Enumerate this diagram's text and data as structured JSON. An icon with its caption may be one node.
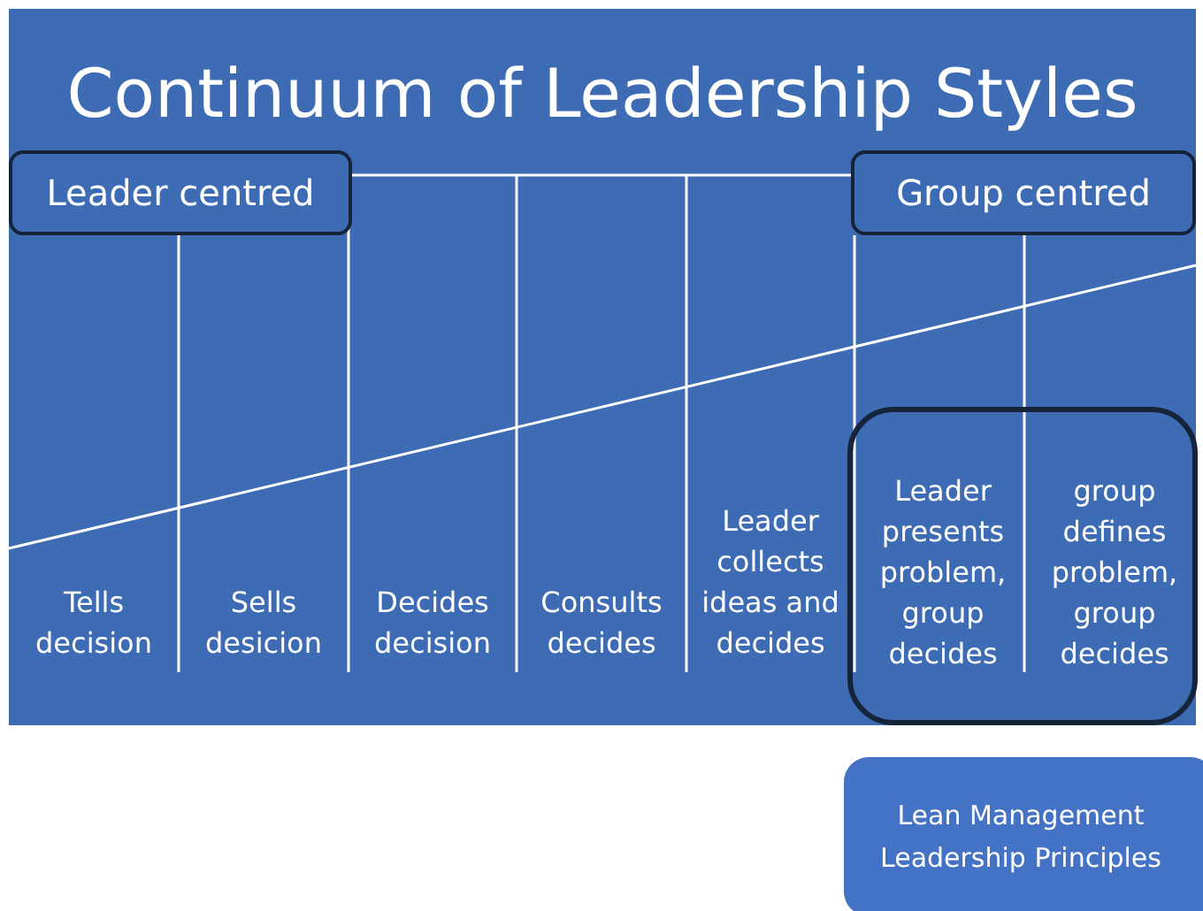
{
  "diagram": {
    "title": "Continuum of Leadership Styles",
    "nodes": [
      {
        "text": [
          "Leader centred"
        ]
      },
      {
        "text": [
          "Group centred"
        ]
      },
      {
        "text": [
          "Tells decision"
        ]
      },
      {
        "text": [
          "Sells desicion"
        ]
      },
      {
        "text": [
          "Decides decision"
        ]
      },
      {
        "text": [
          "Consults decides"
        ]
      },
      {
        "text": [
          "Leader collects ideas and decides"
        ]
      },
      {
        "text": [],
        "shape": "box"
      },
      {
        "text": [
          "Leader presents problem, group decides"
        ],
        "in": 7
      },
      {
        "text": [
          "group defines problem, group decides"
        ],
        "in": 7
      },
      {
        "text": [
          "Lean Management Leadership Principles"
        ]
      }
    ]
  }
}
